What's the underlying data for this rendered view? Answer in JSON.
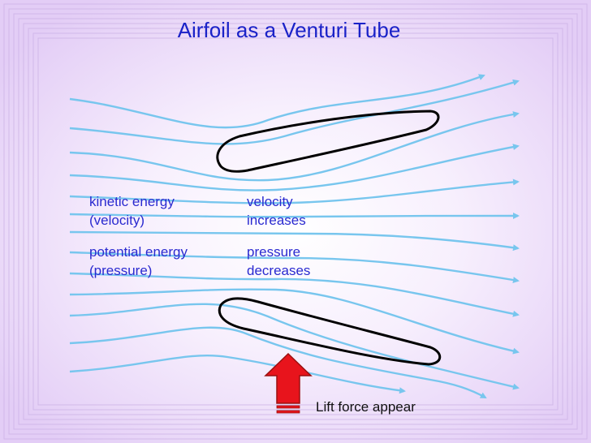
{
  "title": "Airfoil as a Venturi Tube",
  "labels": {
    "kinetic_line1": "kinetic energy",
    "kinetic_line2": "(velocity)",
    "velocity_line1": "velocity",
    "velocity_line2": "increases",
    "potential_line1": "potential energy",
    "potential_line2": "(pressure)",
    "pressure_line1": "pressure",
    "pressure_line2": "decreases",
    "lift": "Lift force appear"
  },
  "colors": {
    "background": "#e6d2f8",
    "center_glow": "#ffffff",
    "streamline": "#78c6ee",
    "title": "#1a22c8",
    "label": "#2a2ad0",
    "arrow_fill": "#e8141c",
    "arrow_stroke": "#9a1010"
  }
}
